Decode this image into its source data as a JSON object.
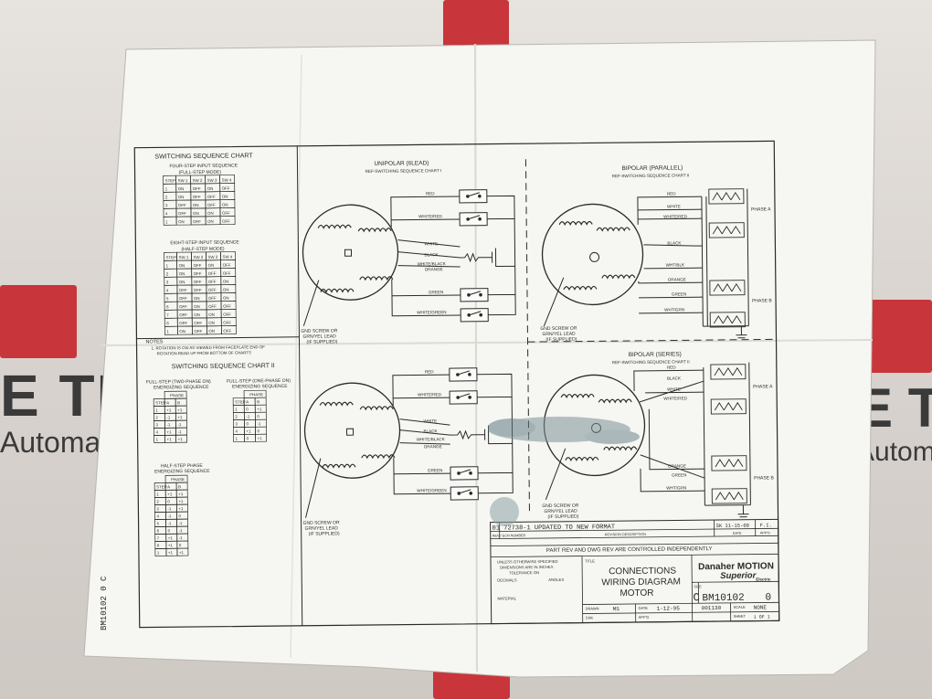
{
  "background": {
    "brand_color": "#c8353a",
    "left_text_1": "E TE",
    "left_text_2": "Automa",
    "right_text_1": "E TE",
    "right_text_2": "Automa"
  },
  "sheet": {
    "left_panel": {
      "title_top": "SWITCHING SEQUENCE CHART",
      "four_step_title": "FOUR-STEP INPUT SEQUENCE",
      "four_step_sub": "(FULL-STEP MODE)",
      "eight_step_title": "EIGHT-STEP INPUT SEQUENCE",
      "eight_step_sub": "(HALF-STEP MODE)",
      "table_headers": [
        "STEP",
        "SW 1",
        "SW 2",
        "SW 3",
        "SW 4"
      ],
      "four_step_rows": [
        [
          "1",
          "ON",
          "OFF",
          "ON",
          "OFF"
        ],
        [
          "2",
          "ON",
          "OFF",
          "OFF",
          "ON"
        ],
        [
          "3",
          "OFF",
          "ON",
          "OFF",
          "ON"
        ],
        [
          "4",
          "OFF",
          "ON",
          "ON",
          "OFF"
        ],
        [
          "1",
          "ON",
          "OFF",
          "ON",
          "OFF"
        ]
      ],
      "eight_step_rows": [
        [
          "1",
          "ON",
          "OFF",
          "ON",
          "OFF"
        ],
        [
          "2",
          "ON",
          "OFF",
          "OFF",
          "OFF"
        ],
        [
          "3",
          "ON",
          "OFF",
          "OFF",
          "ON"
        ],
        [
          "4",
          "OFF",
          "OFF",
          "OFF",
          "ON"
        ],
        [
          "5",
          "OFF",
          "ON",
          "OFF",
          "ON"
        ],
        [
          "6",
          "OFF",
          "ON",
          "OFF",
          "OFF"
        ],
        [
          "7",
          "OFF",
          "ON",
          "ON",
          "OFF"
        ],
        [
          "8",
          "OFF",
          "OFF",
          "ON",
          "OFF"
        ],
        [
          "1",
          "ON",
          "OFF",
          "ON",
          "OFF"
        ]
      ],
      "notes_label": "NOTES",
      "notes_line1": "1. ROTATION IS CW AS VIEWED FROM FACEPLATE END OF",
      "notes_line2": "ROTATION READ UP FROM BOTTOM OF CHARTS",
      "chart2_title": "SWITCHING SEQUENCE CHART II",
      "full_two_title": "FULL-STEP (TWO-PHASE ON)",
      "full_two_sub": "ENERGIZING SEQUENCE",
      "full_one_title": "FULL-STEP (ONE-PHASE ON)",
      "full_one_sub": "ENERGIZING SEQUENCE",
      "half_title": "HALF-STEP PHASE",
      "half_sub": "ENERGIZING SEQUENCE",
      "phase_label": "PHASE",
      "phase_headers": [
        "STEP",
        "A",
        "B"
      ],
      "full_two_rows": [
        [
          "1",
          "+1",
          "+1"
        ],
        [
          "2",
          "-1",
          "+1"
        ],
        [
          "3",
          "-1",
          "-1"
        ],
        [
          "4",
          "+1",
          "-1"
        ],
        [
          "1",
          "+1",
          "+1"
        ]
      ],
      "full_one_rows": [
        [
          "1",
          "0",
          "+1"
        ],
        [
          "2",
          "-1",
          "0"
        ],
        [
          "3",
          "0",
          "-1"
        ],
        [
          "4",
          "+1",
          "0"
        ],
        [
          "1",
          "0",
          "+1"
        ]
      ],
      "half_rows": [
        [
          "1",
          "+1",
          "+1"
        ],
        [
          "2",
          "0",
          "+1"
        ],
        [
          "3",
          "-1",
          "+1"
        ],
        [
          "4",
          "-1",
          "0"
        ],
        [
          "5",
          "-1",
          "-1"
        ],
        [
          "6",
          "0",
          "-1"
        ],
        [
          "7",
          "+1",
          "-1"
        ],
        [
          "8",
          "+1",
          "0"
        ],
        [
          "1",
          "+1",
          "+1"
        ]
      ],
      "side_text": "BM10102 0 C"
    },
    "unipolar": {
      "title": "UNIPOLAR (6LEAD)",
      "subtitle": "REF-SWITCHING SEQUENCE CHART I",
      "leads": [
        "RED",
        "WHITE/RED",
        "WHITE",
        "BLACK",
        "WHITE/BLACK",
        "ORANGE",
        "GREEN",
        "WHITE/GREEN"
      ],
      "switches": [
        "SW 1",
        "SW 2",
        "SW 3",
        "SW 4"
      ],
      "gnd_1": "GND SCREW OR",
      "gnd_2": "GRN/YEL LEAD",
      "gnd_3": "(IF SUPPLIED)"
    },
    "bipolar_parallel": {
      "title": "BIPOLAR (PARALLEL)",
      "subtitle": "REF-SWITCHING SEQUENCE CHART II",
      "leads": [
        "RED",
        "WHITE",
        "WHITE/RED",
        "BLACK",
        "WHT/BLK",
        "ORANGE",
        "GREEN",
        "WHT/GRN"
      ],
      "phase_a": "PHASE A",
      "phase_b": "PHASE B"
    },
    "bipolar_series": {
      "title": "BIPOLAR (SERIES)",
      "subtitle": "REF-SWITCHING SEQUENCE CHART II",
      "leads": [
        "RED",
        "BLACK",
        "WHITE",
        "WHITE/RED",
        "ORANGE",
        "GREEN",
        "WHT/GRN"
      ],
      "phase_a": "PHASE A",
      "phase_b": "PHASE B"
    },
    "title_block": {
      "rev_text": "01 72738-1 UPDATED TO NEW FORMAT",
      "rev_date": "SK 11-15-00",
      "rev_by": "F.I.",
      "rev_header": "REVISION DESCRIPTION",
      "date_label": "DATE",
      "appd_label": "APP'D",
      "revision_col": "REV / ECN NUMBER",
      "control_note": "PART REV AND DWG REV ARE CONTROLLED INDEPENDENTLY",
      "tol_1": "UNLESS OTHERWISE SPECIFIED",
      "tol_2": "DIMENSIONS ARE IN INCHES",
      "tol_3": "TOLERANCE ON",
      "tol_4": "DECIMALS",
      "tol_5": "ANGLES",
      "tol_6": "MATERIAL",
      "title_label": "TITLE",
      "drawing_title_1": "CONNECTIONS",
      "drawing_title_2": "WIRING DIAGRAM",
      "drawing_title_3": "MOTOR",
      "company_1": "Danaher MOTION",
      "company_2": "Superior",
      "company_3": "Electric",
      "drawn_label": "DRAWN",
      "drawn_by": "MS",
      "date_field_label": "DATE",
      "drawn_date": "1-12-95",
      "size_label": "SIZE",
      "size_value": "C",
      "dwg_no": "BM10102",
      "rev_value": "0",
      "code_value": "001130",
      "scale_label": "SCALE",
      "scale_value": "NONE",
      "sheet_label": "SHEET",
      "sheet_value": "1 OF 1",
      "chk_label": "CHK",
      "appd2_label": "APP'D"
    }
  }
}
